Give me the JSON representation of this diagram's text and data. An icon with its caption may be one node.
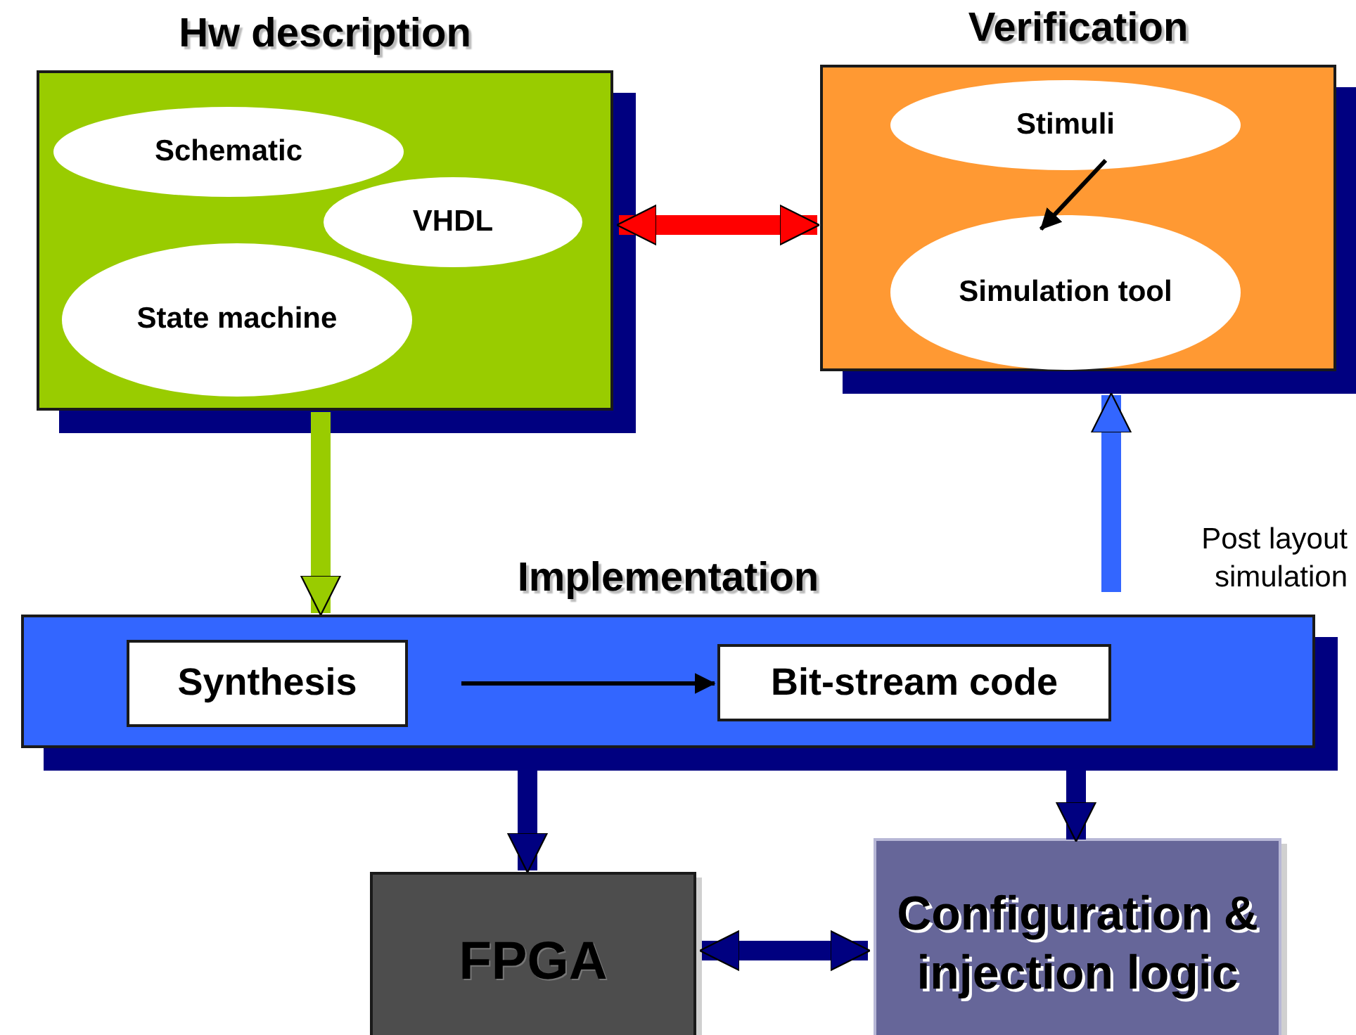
{
  "diagram": {
    "nodes": [
      {
        "text": [
          "Hw description"
        ]
      },
      {
        "text": [
          "Schematic"
        ],
        "in": 0
      },
      {
        "text": [
          "VHDL"
        ],
        "in": 0
      },
      {
        "text": [
          "State machine"
        ],
        "in": 0
      },
      {
        "text": [
          "Verification"
        ]
      },
      {
        "text": [
          "Stimuli"
        ],
        "in": 4
      },
      {
        "text": [
          "Simulation tool"
        ],
        "in": 4
      },
      {
        "text": [
          "Implementation"
        ]
      },
      {
        "text": [
          "Synthesis"
        ],
        "in": 7
      },
      {
        "text": [
          "Bit-stream code"
        ],
        "in": 7
      },
      {
        "text": [
          "FPGA"
        ]
      },
      {
        "text": [
          "Configuration & injection logic"
        ]
      }
    ],
    "edges": [
      {
        "from": 0,
        "to": 4,
        "arrow": "both",
        "color": "#ff0000"
      },
      {
        "from": 5,
        "to": 6,
        "arrow": "to",
        "color": "#000000"
      },
      {
        "from": 0,
        "to": 7,
        "arrow": "to",
        "color": "#99cc00"
      },
      {
        "from": 7,
        "to": 4,
        "arrow": "to",
        "color": "#3366ff",
        "label": "Post layout simulation"
      },
      {
        "from": 8,
        "to": 9,
        "arrow": "to",
        "color": "#000000"
      },
      {
        "from": 7,
        "to": 10,
        "arrow": "to"
      },
      {
        "from": 7,
        "to": 11,
        "arrow": "to"
      },
      {
        "from": 10,
        "to": 11,
        "arrow": "both"
      }
    ]
  }
}
